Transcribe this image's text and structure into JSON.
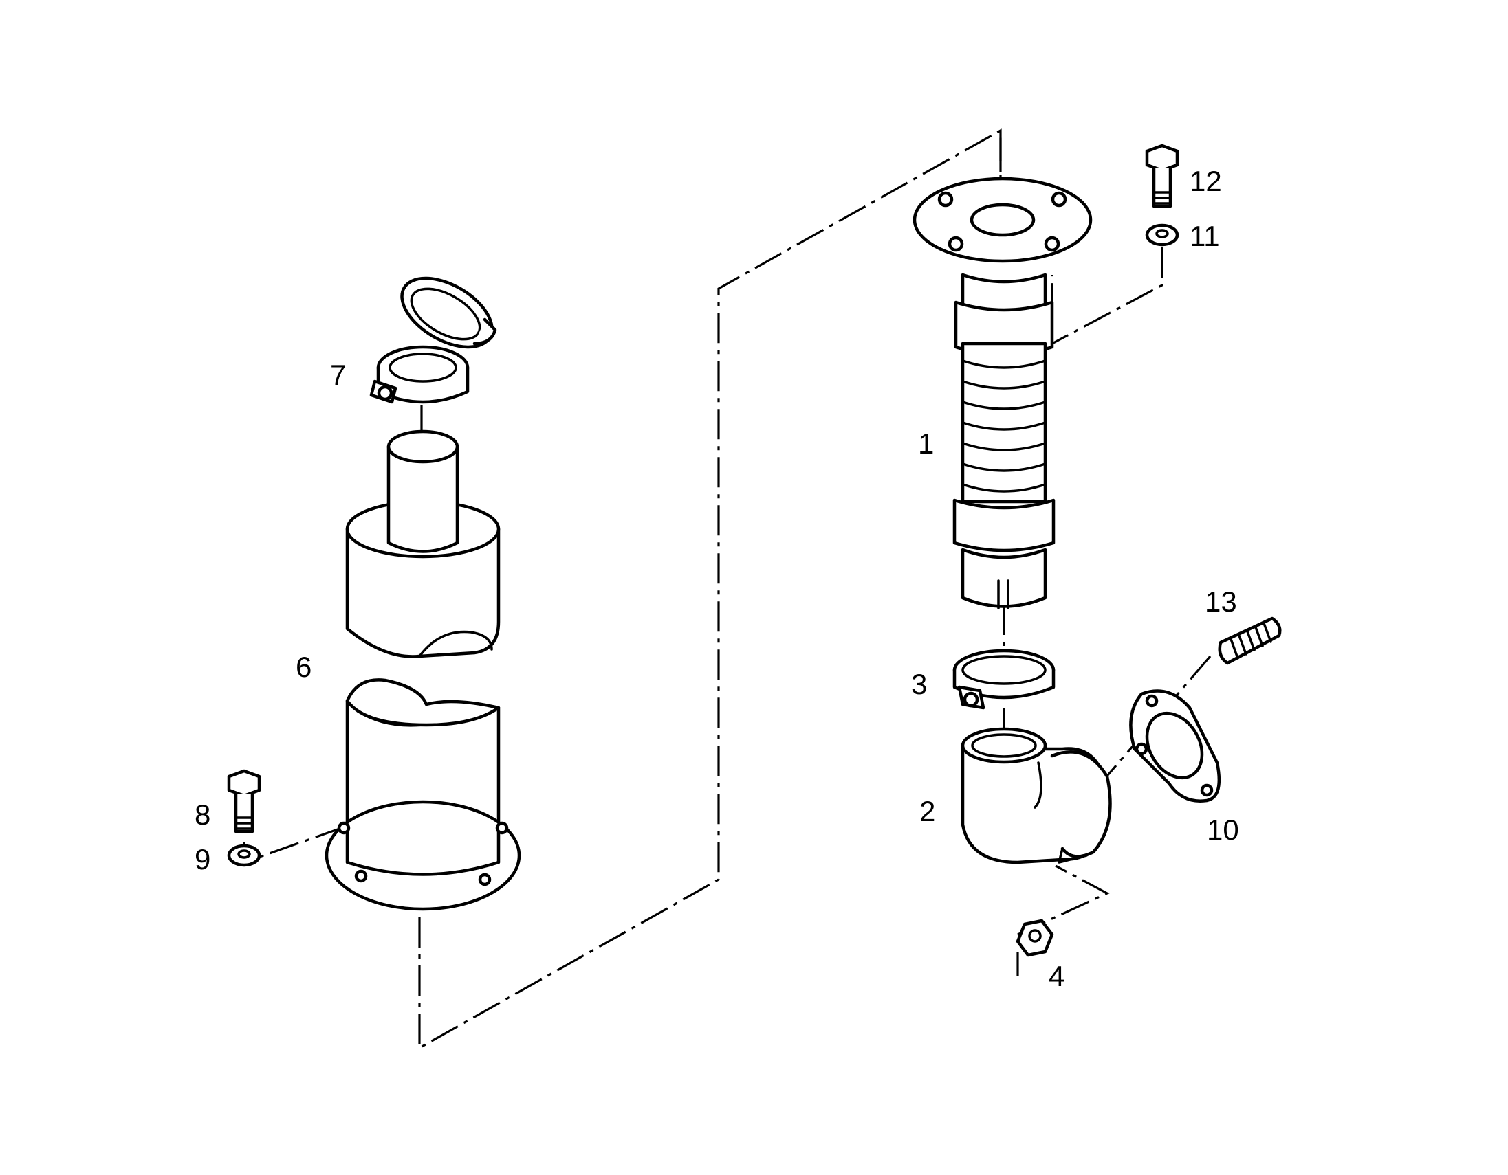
{
  "diagram": {
    "callouts": {
      "c1": "1",
      "c2": "2",
      "c3": "3",
      "c4": "4",
      "c6": "6",
      "c7": "7",
      "c8": "8",
      "c9": "9",
      "c10": "10",
      "c11": "11",
      "c12": "12",
      "c13": "13"
    }
  }
}
